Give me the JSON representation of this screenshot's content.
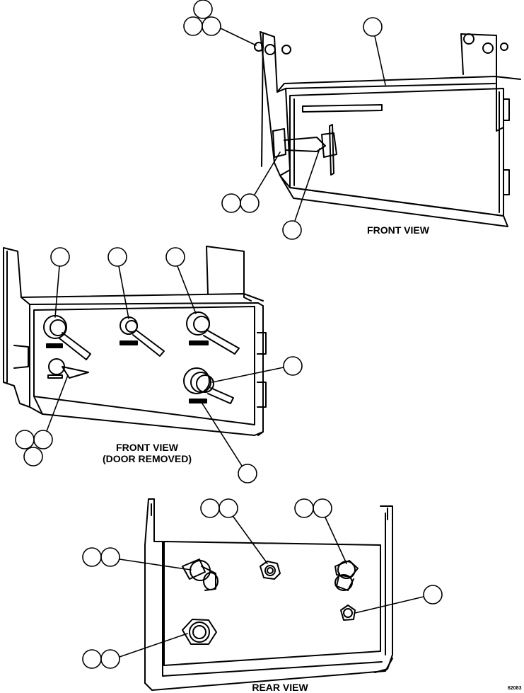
{
  "views": {
    "front": {
      "caption": "FRONT VIEW"
    },
    "front_door_removed": {
      "caption_line1": "FRONT VIEW",
      "caption_line2": "(DOOR REMOVED)"
    },
    "rear": {
      "caption": "REAR VIEW"
    }
  },
  "figure_code": "62083"
}
